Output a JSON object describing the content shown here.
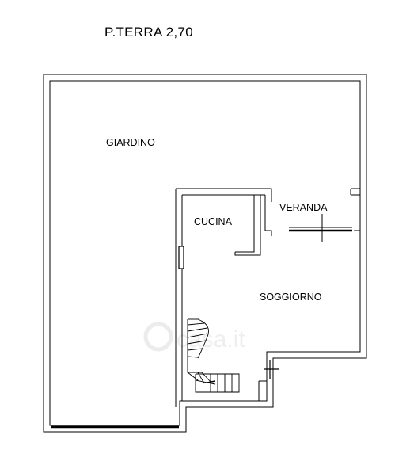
{
  "title": "P.TERRA 2,70",
  "rooms": {
    "giardino": "GIARDINO",
    "cucina": "CUCINA",
    "veranda": "VERANDA",
    "soggiorno": "SOGGIORNO"
  },
  "watermark": "casa.it"
}
